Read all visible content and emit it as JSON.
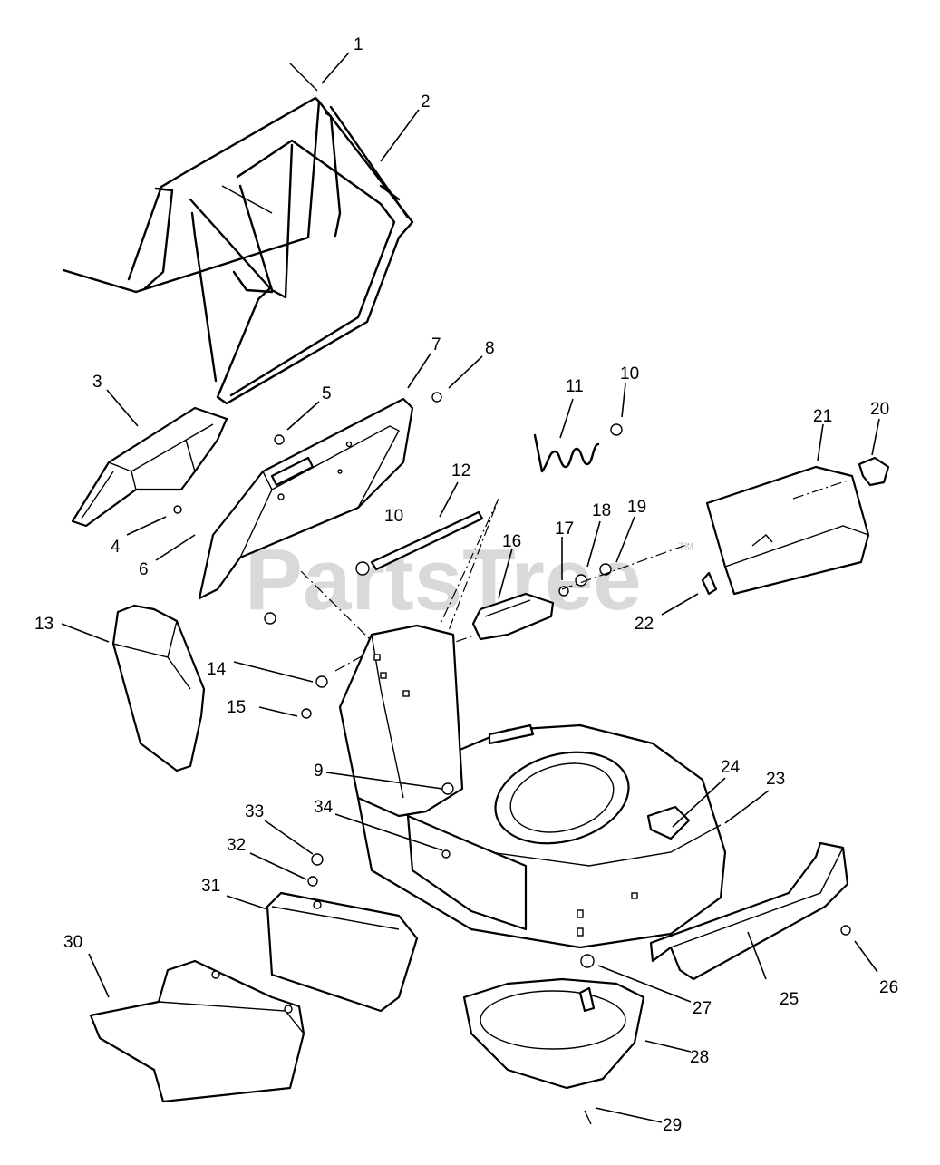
{
  "watermark": {
    "text": "PartsTree",
    "trademark": "TM"
  },
  "callouts": [
    "1",
    "2",
    "3",
    "4",
    "5",
    "6",
    "7",
    "8",
    "9",
    "10",
    "10",
    "11",
    "12",
    "13",
    "14",
    "15",
    "16",
    "17",
    "18",
    "19",
    "20",
    "21",
    "22",
    "23",
    "24",
    "25",
    "26",
    "27",
    "28",
    "29",
    "30",
    "31",
    "32",
    "33",
    "34"
  ]
}
